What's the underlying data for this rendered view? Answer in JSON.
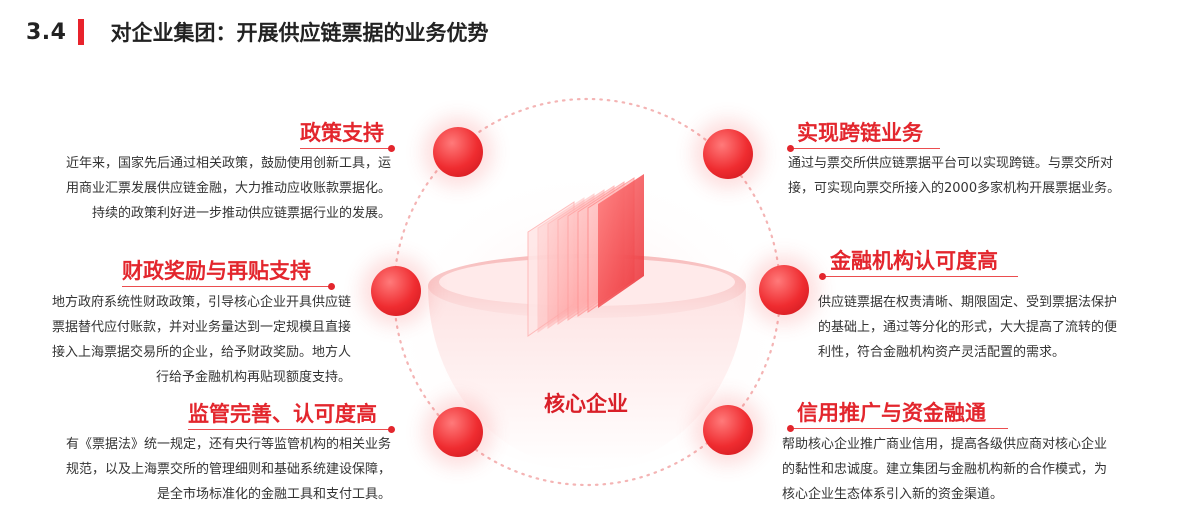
{
  "header": {
    "section_number": "3.4",
    "title": "对企业集团：开展供应链票据的业务优势"
  },
  "center": {
    "label": "核心企业"
  },
  "items": [
    {
      "title": "政策支持",
      "lines": [
        "近年来，国家先后通过相关政策，鼓励使用创新工具，运",
        "用商业汇票发展供应链金融，大力推动应收账款票据化。",
        "持续的政策利好进一步推动供应链票据行业的发展。"
      ]
    },
    {
      "title": "财政奖励与再贴支持",
      "lines": [
        "地方政府系统性财政政策，引导核心企业开具供应链",
        "票据替代应付账款，并对业务量达到一定规模且直接",
        "接入上海票据交易所的企业，给予财政奖励。地方人",
        "行给予金融机构再贴现额度支持。"
      ]
    },
    {
      "title": "监管完善、认可度高",
      "lines": [
        "有《票据法》统一规定，还有央行等监管机构的相关业务",
        "规范，以及上海票交所的管理细则和基础系统建设保障，",
        "是全市场标准化的金融工具和支付工具。"
      ]
    },
    {
      "title": "实现跨链业务",
      "lines": [
        "通过与票交所供应链票据平台可以实现跨链。与票交所对",
        "接，可实现向票交所接入的2000多家机构开展票据业务。"
      ]
    },
    {
      "title": "金融机构认可度高",
      "lines": [
        "供应链票据在权责清晰、期限固定、受到票据法保护",
        "的基础上，通过等分化的形式，大大提高了流转的便",
        "利性，符合金融机构资产灵活配置的需求。"
      ]
    },
    {
      "title": "信用推广与资金融通",
      "lines": [
        "帮助核心企业推广商业信用，提高各级供应商对核心企业",
        "的黏性和忠诚度。建立集团与金融机构新的合作模式，为",
        "核心企业生态体系引入新的资金渠道。"
      ]
    }
  ],
  "colors": {
    "accent": "#e3262d",
    "dot": "#ef2c30",
    "text": "#333333"
  },
  "icons": {
    "center": "stacked-documents-icon"
  }
}
